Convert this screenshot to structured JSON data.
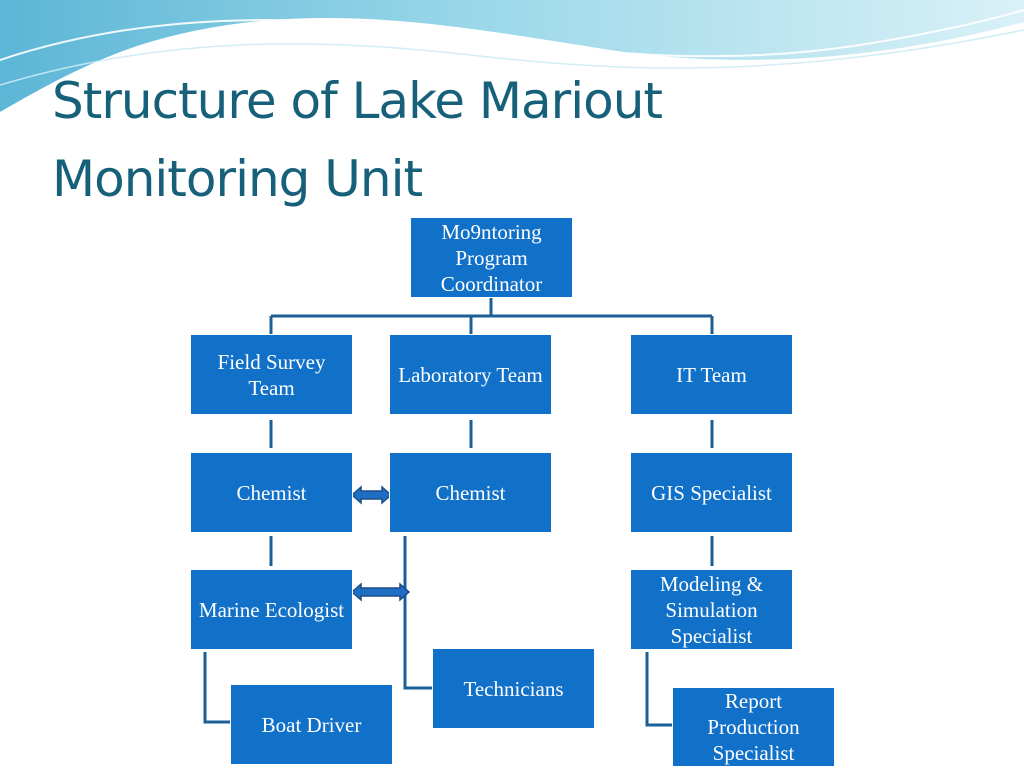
{
  "title": {
    "line1": "Structure of Lake Mariout",
    "line2": "Monitoring Unit"
  },
  "colors": {
    "title": "#17607A",
    "box_fill": "#1170C7",
    "connector": "#1B5F96",
    "arrow_fill": "#1E6EC3",
    "wave": "#A9DCEB"
  },
  "org_chart": {
    "coordinator": "Mo9ntoring Program Coordinator",
    "field_survey_team": "Field Survey Team",
    "laboratory_team": "Laboratory Team",
    "it_team": "IT Team",
    "chemist_field": "Chemist",
    "chemist_lab": "Chemist",
    "gis_specialist": "GIS Specialist",
    "marine_ecologist": "Marine Ecologist",
    "modeling_specialist": "Modeling & Simulation Specialist",
    "technicians": "Technicians",
    "boat_driver": "Boat Driver",
    "report_specialist": "Report Production Specialist"
  }
}
